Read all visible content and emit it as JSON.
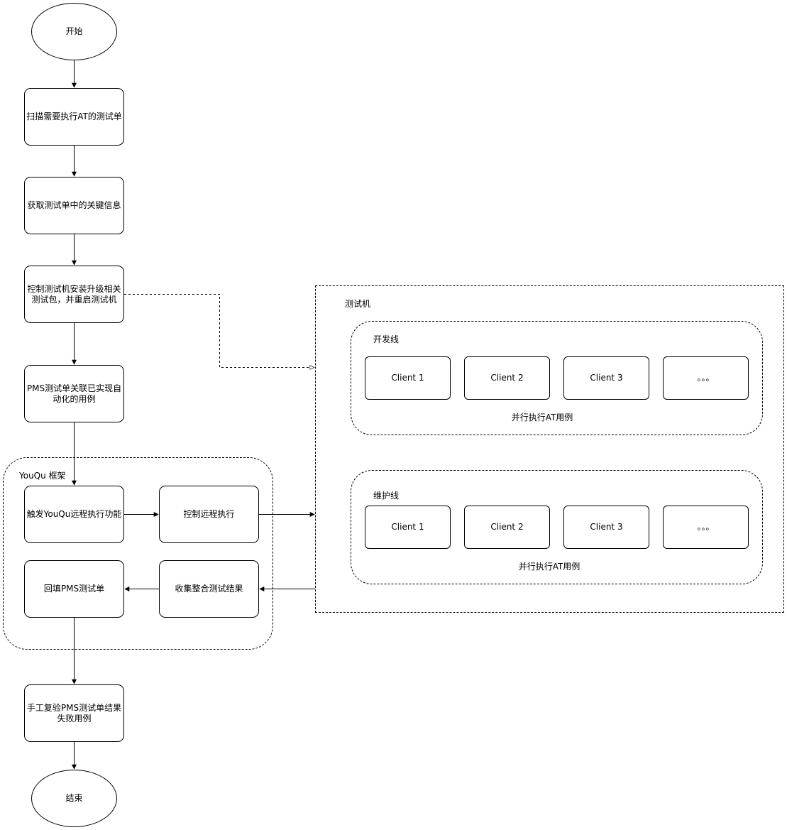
{
  "flow": {
    "start": "开始",
    "scan": "扫描需要执行AT的测试单",
    "get_info": "获取测试单中的关键信息",
    "control_install": "控制测试机安装升级相关\n测试包，并重启测试机",
    "link_cases": "PMS测试单关联已实现自\n动化的用例",
    "trigger_remote": "触发YouQu远程执行功能",
    "control_remote": "控制远程执行",
    "fill_back": "回填PMS测试单",
    "collect_results": "收集整合测试结果",
    "manual_verify": "手工复验PMS测试单结果\n失败用例",
    "end": "结束"
  },
  "youqu_group": {
    "label": "YouQu 框架"
  },
  "test_machine_group": {
    "label": "测试机",
    "dev_line": {
      "label": "开发线",
      "clients": [
        "Client 1",
        "Client 2",
        "Client 3",
        "。。。"
      ],
      "caption": "并行执行AT用例"
    },
    "maint_line": {
      "label": "维护线",
      "clients": [
        "Client 1",
        "Client 2",
        "Client 3",
        "。。。"
      ],
      "caption": "并行执行AT用例"
    }
  },
  "colors": {
    "stroke": "#000000",
    "fill": "#ffffff"
  }
}
